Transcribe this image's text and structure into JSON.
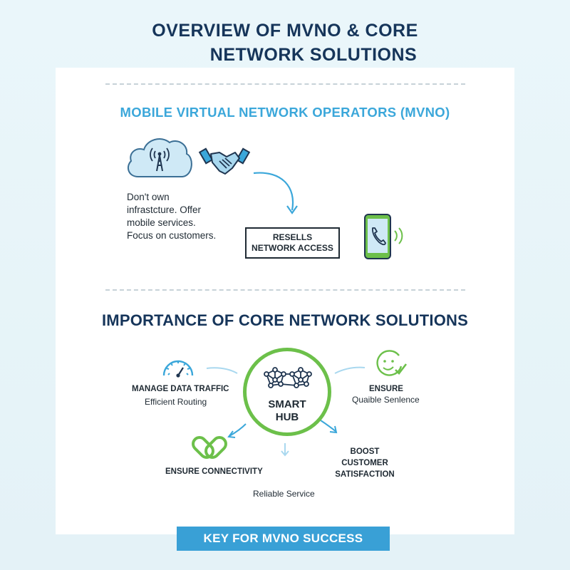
{
  "title": {
    "line1": "OVERVIEW OF MVNO & CORE",
    "line2": "NETWORK SOLUTIONS"
  },
  "mvno": {
    "heading": "MOBILE VIRTUAL NETWORK OPERATORS (MVNO)",
    "description_lines": [
      "Don't own",
      "infrastcture. Offer",
      "mobile services.",
      "Focus on customers."
    ],
    "resells_box": {
      "line1": "RESELLS",
      "line2": "NETWORK ACCESS"
    },
    "icons": [
      "cloud-tower-icon",
      "handshake-icon",
      "curved-arrow-icon",
      "smartphone-call-icon"
    ]
  },
  "core": {
    "heading": "IMPORTANCE OF CORE NETWORK SOLUTIONS",
    "hub": {
      "line1": "SMART",
      "line2": "HUB"
    },
    "nodes": {
      "traffic": {
        "title": "MANAGE DATA TRAFFIC",
        "subtitle": "Efficient Routing",
        "icon": "speedometer-icon"
      },
      "ensure": {
        "title": "ENSURE",
        "subtitle": "Quaible Senlence",
        "icon": "smiley-check-icon"
      },
      "connectivity": {
        "title": "ENSURE CONNECTIVITY",
        "icon": "chain-link-icon"
      },
      "reliable": {
        "title": "Reliable Service"
      },
      "boost": {
        "line1": "BOOST",
        "line2": "CUSTOMER",
        "line3": "SATISFACTION"
      }
    }
  },
  "footer": {
    "banner": "KEY FOR MVNO SUCCESS"
  },
  "colors": {
    "navy": "#16355a",
    "blue": "#3ba7da",
    "green": "#6cc04a",
    "light_blue": "#a9d8ef",
    "banner": "#39a0d6"
  }
}
